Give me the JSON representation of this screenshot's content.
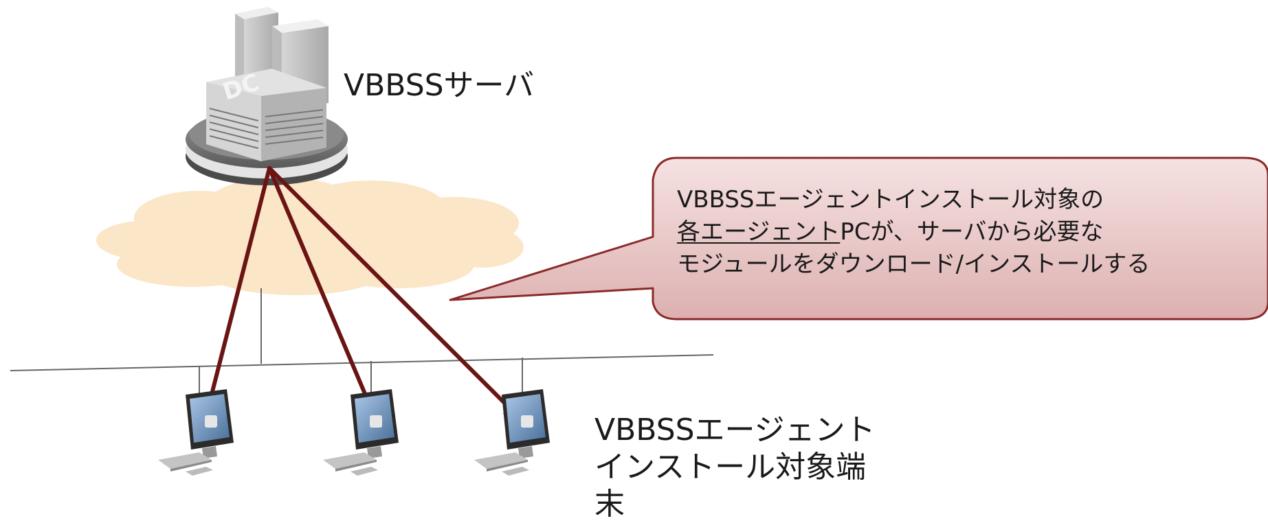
{
  "server": {
    "label": "VBBSSサーバ",
    "building_mark": "DC",
    "icon": "datacenter-server-icon"
  },
  "callout": {
    "line1": "VBBSSエージェントインストール対象の",
    "line2_underlined": "各エージェント",
    "line2_rest": "PCが、サーバから必要な",
    "line3": "モジュールをダウンロード/インストールする",
    "fill_color": "#e8c4c4",
    "border_color": "#8b2a2a"
  },
  "agent_terminals": {
    "line1": "VBBSSエージェント",
    "line2": "インストール対象端",
    "line3": "末",
    "icon": "desktop-pc-icon",
    "count": 3
  },
  "colors": {
    "arrow": "#6b1414",
    "cloud": "#fbe6c8",
    "network_line": "#666666"
  },
  "icons": {
    "cloud": "cloud-icon",
    "network": "network-bus-line"
  }
}
